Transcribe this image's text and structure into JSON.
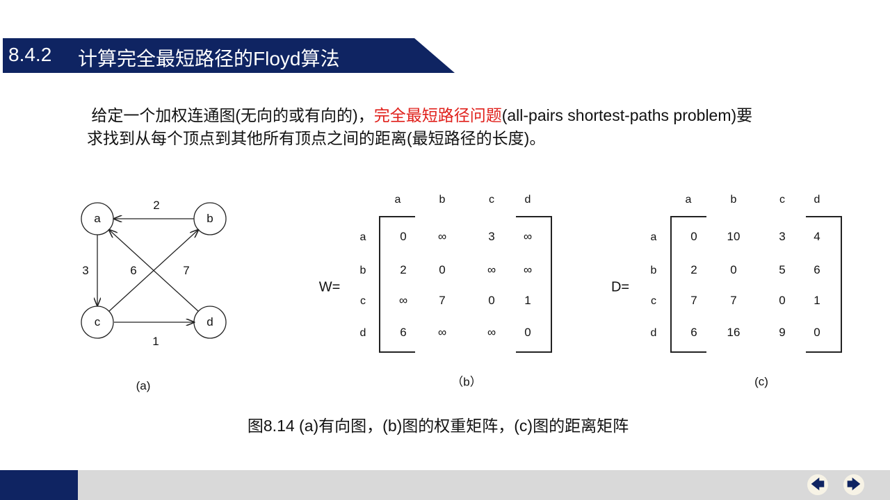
{
  "header": {
    "section": "8.4.2",
    "title": "计算完全最短路径的Floyd算法"
  },
  "intro": {
    "part1": "给定一个加权连通图(无向的或有向的)，",
    "highlight": "完全最短路径问题",
    "part2": "(all-pairs shortest-paths problem)要求找到从每个顶点到其他所有顶点之间的距离(最短路径的长度)。"
  },
  "graph": {
    "nodes": [
      "a",
      "b",
      "c",
      "d"
    ],
    "edges": [
      {
        "from": "b",
        "to": "a",
        "w": "2"
      },
      {
        "from": "a",
        "to": "c",
        "w": "3"
      },
      {
        "from": "c",
        "to": "b",
        "w": "6"
      },
      {
        "from": "d",
        "to": "a",
        "w": "7"
      },
      {
        "from": "c",
        "to": "d",
        "w": "1"
      }
    ],
    "caption": "(a)"
  },
  "W": {
    "label": "W=",
    "cols": [
      "a",
      "b",
      "c",
      "d"
    ],
    "rows": [
      "a",
      "b",
      "c",
      "d"
    ],
    "values": [
      [
        "0",
        "∞",
        "3",
        "∞"
      ],
      [
        "2",
        "0",
        "∞",
        "∞"
      ],
      [
        "∞",
        "7",
        "0",
        "1"
      ],
      [
        "6",
        "∞",
        "∞",
        "0"
      ]
    ],
    "caption": "（b）"
  },
  "D": {
    "label": "D=",
    "cols": [
      "a",
      "b",
      "c",
      "d"
    ],
    "rows": [
      "a",
      "b",
      "c",
      "d"
    ],
    "values": [
      [
        "0",
        "10",
        "3",
        "4"
      ],
      [
        "2",
        "0",
        "5",
        "6"
      ],
      [
        "7",
        "7",
        "0",
        "1"
      ],
      [
        "6",
        "16",
        "9",
        "0"
      ]
    ],
    "caption": "(c)"
  },
  "figure_caption": "图8.14 (a)有向图，(b)图的权重矩阵，(c)图的距离矩阵",
  "nav": {
    "prev": "🡄",
    "next": "🡆"
  },
  "colors": {
    "navy": "#0f2462",
    "red": "#e0201b"
  }
}
